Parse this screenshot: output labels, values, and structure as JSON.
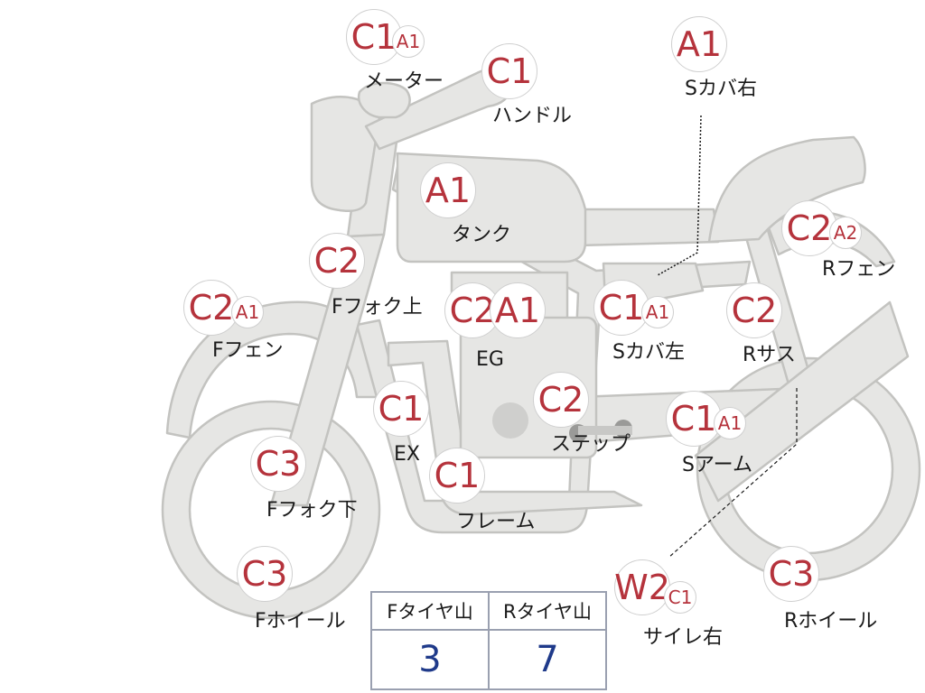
{
  "parts": [
    {
      "id": "meter",
      "label": "メーター",
      "grades": [
        "C1",
        "A1"
      ]
    },
    {
      "id": "handle",
      "label": "ハンドル",
      "grades": [
        "C1"
      ]
    },
    {
      "id": "scover-right",
      "label": "Sカバ右",
      "grades": [
        "A1"
      ]
    },
    {
      "id": "tank",
      "label": "タンク",
      "grades": [
        "A1"
      ]
    },
    {
      "id": "rear-fender",
      "label": "Rフェン",
      "grades": [
        "C2",
        "A2"
      ]
    },
    {
      "id": "fork-upper",
      "label": "Fフォク上",
      "grades": [
        "C2"
      ]
    },
    {
      "id": "front-fender",
      "label": "Fフェン",
      "grades": [
        "C2",
        "A1"
      ]
    },
    {
      "id": "engine",
      "label": "EG",
      "grades": [
        "C2",
        "A1"
      ]
    },
    {
      "id": "scover-left",
      "label": "Sカバ左",
      "grades": [
        "C1",
        "A1"
      ]
    },
    {
      "id": "rear-suspension",
      "label": "Rサス",
      "grades": [
        "C2"
      ]
    },
    {
      "id": "exhaust",
      "label": "EX",
      "grades": [
        "C1"
      ]
    },
    {
      "id": "step",
      "label": "ステップ",
      "grades": [
        "C2"
      ]
    },
    {
      "id": "swing-arm",
      "label": "Sアーム",
      "grades": [
        "C1",
        "A1"
      ]
    },
    {
      "id": "fork-lower",
      "label": "Fフォク下",
      "grades": [
        "C3"
      ]
    },
    {
      "id": "frame",
      "label": "フレーム",
      "grades": [
        "C1"
      ]
    },
    {
      "id": "front-wheel",
      "label": "Fホイール",
      "grades": [
        "C3"
      ]
    },
    {
      "id": "silencer-right",
      "label": "サイレ右",
      "grades": [
        "W2",
        "C1"
      ]
    },
    {
      "id": "rear-wheel",
      "label": "Rホイール",
      "grades": [
        "C3"
      ]
    }
  ],
  "tire_tread": {
    "headers": [
      "Fタイヤ山",
      "Rタイヤ山"
    ],
    "values": [
      "3",
      "7"
    ]
  },
  "colors": {
    "grade_text": "#b5333c",
    "tread_value": "#1f3a8a",
    "bike_fill": "#e6e6e4"
  }
}
